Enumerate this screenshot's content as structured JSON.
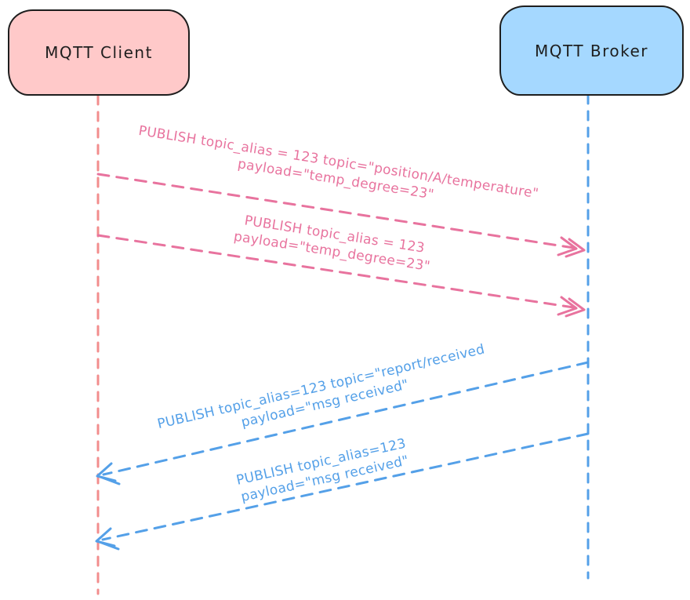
{
  "diagram": {
    "type": "sequence-diagram",
    "actors": [
      {
        "id": "client",
        "label": "MQTT Client"
      },
      {
        "id": "broker",
        "label": "MQTT Broker"
      }
    ],
    "messages": [
      {
        "from": "client",
        "to": "broker",
        "line1": "PUBLISH topic_alias = 123 topic=\"position/A/temperature\"",
        "line2": "payload=\"temp_degree=23\""
      },
      {
        "from": "client",
        "to": "broker",
        "line1": "PUBLISH topic_alias = 123",
        "line2": "payload=\"temp_degree=23\""
      },
      {
        "from": "broker",
        "to": "client",
        "line1": "PUBLISH topic_alias=123 topic=\"report/received",
        "line2": "payload=\"msg received\""
      },
      {
        "from": "broker",
        "to": "client",
        "line1": "PUBLISH topic_alias=123",
        "line2": "payload=\"msg received\""
      }
    ]
  },
  "colors": {
    "background": "#ffffff",
    "ink": "#1e1e1e",
    "pink_fill": "#ffc9c9",
    "blue_fill": "#a5d8ff",
    "pink": "#e8739e",
    "salmon": "#f28d8d",
    "blue": "#54a0e8"
  }
}
